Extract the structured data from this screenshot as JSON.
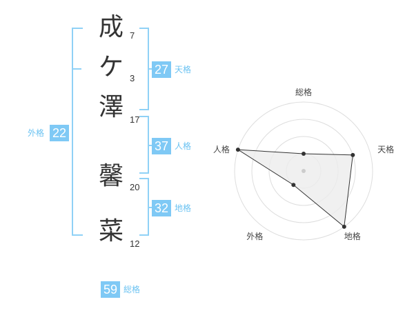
{
  "name": {
    "characters": [
      {
        "char": "成",
        "strokes": "7"
      },
      {
        "char": "ケ",
        "strokes": "3"
      },
      {
        "char": "澤",
        "strokes": "17"
      },
      {
        "char": "馨",
        "strokes": "20"
      },
      {
        "char": "菜",
        "strokes": "12"
      }
    ]
  },
  "fortune": {
    "tenkaku": {
      "value": "27",
      "label": "天格"
    },
    "jinkaku": {
      "value": "37",
      "label": "人格"
    },
    "chikaku": {
      "value": "32",
      "label": "地格"
    },
    "gaikaku": {
      "value": "22",
      "label": "外格"
    },
    "soukaku": {
      "value": "59",
      "label": "総格"
    }
  },
  "accent_color": "#7fc9f5",
  "chart_data": {
    "type": "radar",
    "axes": [
      "総格",
      "天格",
      "地格",
      "外格",
      "人格"
    ],
    "levels": 4,
    "scale": [
      0,
      4
    ],
    "values": [
      1,
      3,
      4,
      1,
      4
    ],
    "fill": "#ececec",
    "line": "#333333"
  }
}
